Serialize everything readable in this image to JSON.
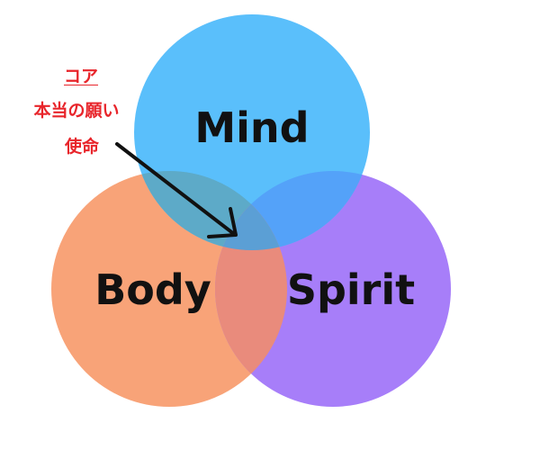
{
  "circles": [
    {
      "id": "mind",
      "label": "Mind",
      "color": "#5ABFFB"
    },
    {
      "id": "body",
      "label": "Body",
      "color": "#F8A378"
    },
    {
      "id": "spirit",
      "label": "Spirit",
      "color": "#A77EF9"
    }
  ],
  "overlap_colors": {
    "mind_body": "#5DAAC8",
    "mind_spirit": "#54A2F9",
    "body_spirit": "#E98B7C",
    "center": "#5B9FD5"
  },
  "annotation": {
    "title": "コア",
    "line1": "本当の願い",
    "line2": "使命",
    "color": "#E8252B"
  },
  "arrow_color": "#111111"
}
